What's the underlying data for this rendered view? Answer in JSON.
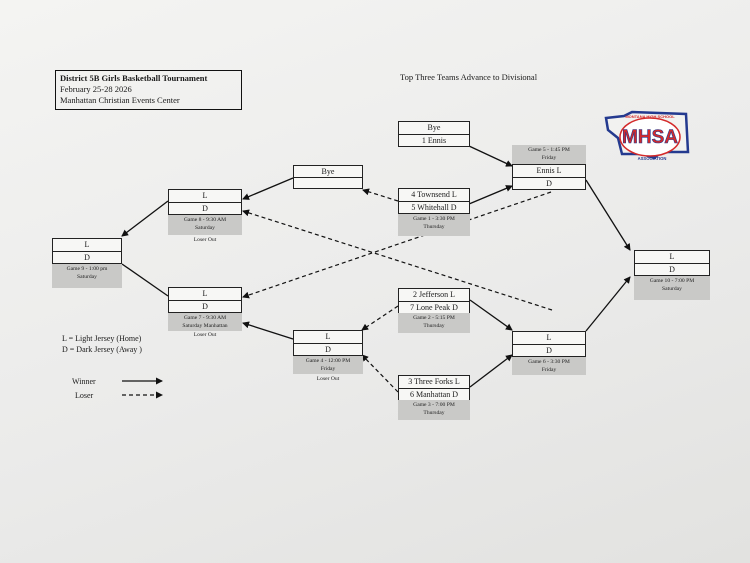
{
  "header": {
    "title": "District 5B Girls Basketball Tournament",
    "dates": "February 25-28 2026",
    "venue": "Manhattan Christian Events Center",
    "subtitle": "Top Three Teams Advance to Divisional"
  },
  "logo": {
    "text": "MHSA",
    "arc_text": "MONTANA HIGH SCHOOL",
    "arc_text_bottom": "ASSOCIATION",
    "colors": {
      "red": "#d42a2a",
      "blue": "#243a8f"
    }
  },
  "bracket": {
    "bye1": {
      "top": "Bye",
      "bottom": "1 Ennis"
    },
    "game1": {
      "top": "4 Townsend L",
      "bottom": "5 Whitehall D",
      "info": [
        "Game 1 - 3:30 PM",
        "Thursday"
      ]
    },
    "game2": {
      "top": "2 Jefferson L",
      "bottom": "7 Lone Peak D",
      "info": [
        "Game 2 - 5:15 PM",
        "Thursday"
      ]
    },
    "game3": {
      "top": "3 Three Forks L",
      "bottom": "6 Manhattan D",
      "info": [
        "Game 3 - 7:00 PM",
        "Thursday"
      ]
    },
    "bye2": {
      "top": "Bye",
      "bottom": ""
    },
    "game4": {
      "top": "L",
      "bottom": "D",
      "info": [
        "Game 4 - 12:00 PM",
        "Friday"
      ],
      "note": "Loser Out"
    },
    "game5": {
      "top": "Ennis L",
      "bottom": "D",
      "info": [
        "Game 5 - 1:45 PM",
        "Friday"
      ]
    },
    "game6": {
      "top": "L",
      "bottom": "D",
      "info": [
        "Game 6 - 3:30 PM",
        "Friday"
      ]
    },
    "game7": {
      "top": "L",
      "bottom": "D",
      "info": [
        "Game 7 - 9:30 AM",
        "Saturday Manhattan"
      ],
      "note": "Loser Out"
    },
    "game8": {
      "top": "L",
      "bottom": "D",
      "info": [
        "Game 8 - 9:30 AM",
        "Saturday"
      ],
      "note": "Loser Out"
    },
    "game9": {
      "top": "L",
      "bottom": "D",
      "info": [
        "Game 9 - 1:00 pm",
        "Saturday"
      ]
    },
    "game10": {
      "top": "L",
      "bottom": "D",
      "info": [
        "Game 10 - 7:00 PM",
        "Saturday"
      ]
    }
  },
  "key": {
    "light": "L = Light Jersey  (Home)",
    "dark": "D = Dark Jersey  (Away )",
    "winner": "Winner",
    "loser": "Loser"
  }
}
